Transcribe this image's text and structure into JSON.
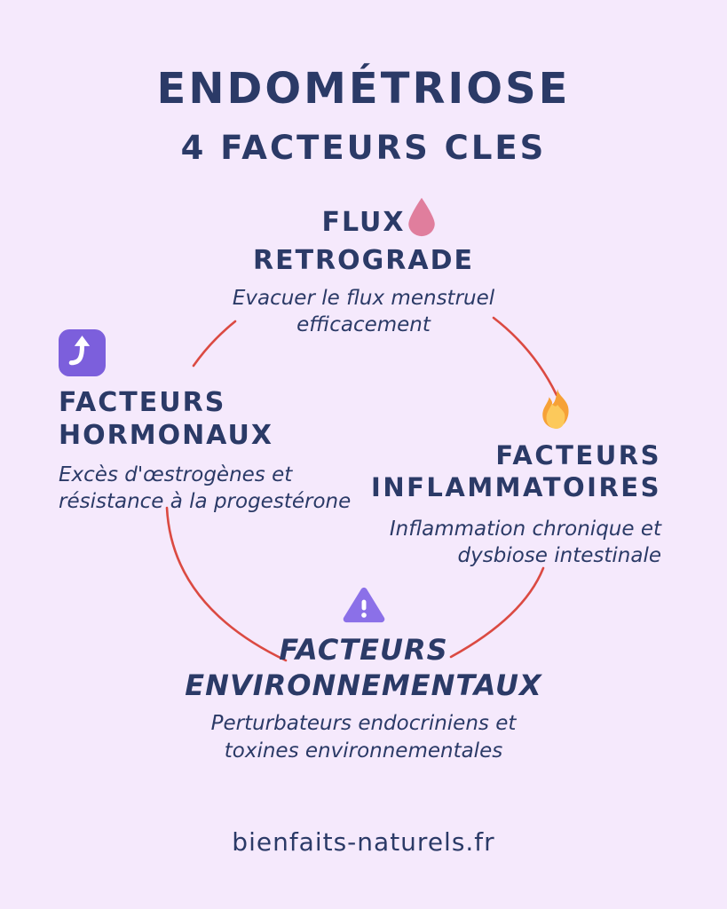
{
  "page": {
    "background_color": "#f5e9fc",
    "text_color": "#2b3a67",
    "arc_color": "#db4a42"
  },
  "header": {
    "title": "ENDOMÉTRIOSE",
    "subtitle": "4 FACTEURS CLES"
  },
  "factors": {
    "retrograde": {
      "title_line1": "FLUX",
      "title_line2": "RETROGRADE",
      "description_line1": "Evacuer le flux menstruel",
      "description_line2": "efficacement",
      "icon": "droplet-icon",
      "icon_color": "#e07e9d"
    },
    "hormonal": {
      "title_line1": "FACTEURS",
      "title_line2": "HORMONAUX",
      "description_line1": "Excès d'œstrogènes et",
      "description_line2": "résistance à la progestérone",
      "icon": "curved-up-arrow-icon",
      "icon_color": "#7c5fdc",
      "icon_glyph_color": "#ffffff"
    },
    "inflammatory": {
      "title_line1": "FACTEURS",
      "title_line2": "INFLAMMATOIRES",
      "description_line1": "Inflammation chronique et",
      "description_line2": "dysbiose intestinale",
      "icon": "fire-icon",
      "icon_color": "#f6a136",
      "icon_inner_color": "#fcc95b"
    },
    "environmental": {
      "title_line1": "FACTEURS",
      "title_line2": "ENVIRONNEMENTAUX",
      "description_line1": "Perturbateurs endocriniens et",
      "description_line2": "toxines environnementales",
      "icon": "warning-triangle-icon",
      "icon_color": "#8b70e8",
      "icon_glyph_color": "#ffffff"
    }
  },
  "footer": {
    "website": "bienfaits-naturels.fr"
  }
}
